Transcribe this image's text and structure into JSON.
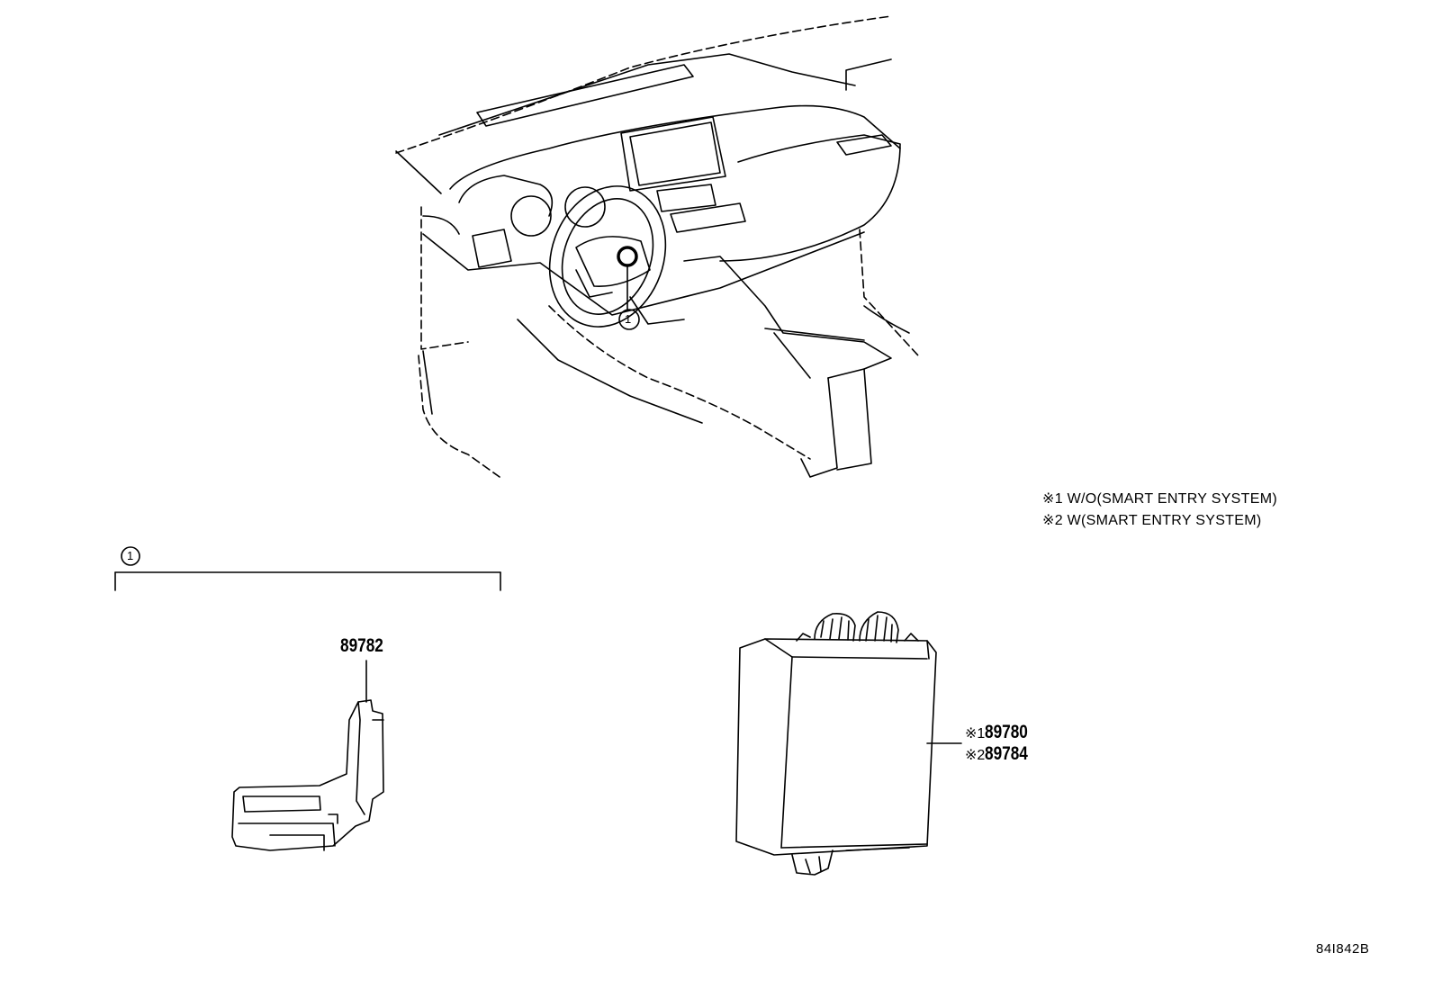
{
  "notes": [
    {
      "mark": "※1",
      "text": "W/O(SMART ENTRY SYSTEM)"
    },
    {
      "mark": "※2",
      "text": "W(SMART ENTRY SYSTEM)"
    }
  ],
  "callout": {
    "number": "1"
  },
  "parts": {
    "sensor": {
      "number": "89782"
    },
    "ecu": [
      {
        "mark": "※1",
        "number": "89780"
      },
      {
        "mark": "※2",
        "number": "89784"
      }
    ]
  },
  "illustration_code": "84I842B"
}
